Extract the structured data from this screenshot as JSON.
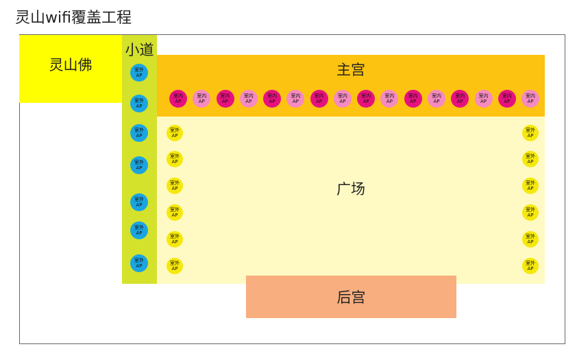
{
  "title": "灵山wifi覆盖工程",
  "zones": {
    "lingshan": "灵山佛",
    "path": "小道",
    "main_palace": "主宫",
    "plaza": "广场",
    "rear_palace": "后宫"
  },
  "ap_labels": {
    "outdoor_line1": "室外",
    "indoor_line1": "室内",
    "line2": "AP"
  },
  "ap_counts": {
    "path_outdoor": 7,
    "main_palace_indoor": 16,
    "plaza_left_outdoor": 6,
    "plaza_right_outdoor": 6
  },
  "colors": {
    "lingshan": "#ffff00",
    "path": "#d4e22c",
    "main_palace": "#fdc311",
    "plaza": "#fffac4",
    "rear_palace": "#f8ae7e",
    "ap_outdoor_path": "#1aa5e1",
    "ap_outdoor_plaza": "#f6e80c",
    "ap_indoor_dark": "#e6117e",
    "ap_indoor_light": "#f58bc0"
  }
}
